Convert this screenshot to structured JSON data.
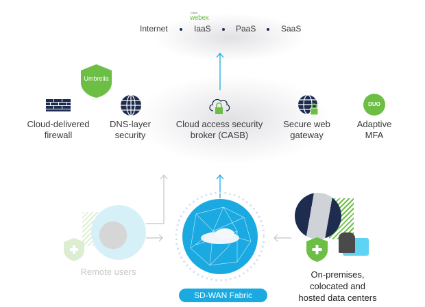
{
  "top": {
    "logo_small": "Cisco",
    "logo": "webex",
    "items": [
      "Internet",
      "IaaS",
      "PaaS",
      "SaaS"
    ]
  },
  "umbrella": {
    "label": "Umbrella"
  },
  "services": [
    {
      "label1": "Cloud-delivered",
      "label2": "firewall",
      "icon": "firewall-icon"
    },
    {
      "label1": "DNS-layer",
      "label2": "security",
      "icon": "globe-icon"
    },
    {
      "label1": "Cloud access security",
      "label2": "broker (CASB)",
      "icon": "cloud-lock-icon"
    },
    {
      "label1": "Secure web",
      "label2": "gateway",
      "icon": "globe-lock-icon"
    },
    {
      "label1": "Adaptive",
      "label2": "MFA",
      "icon": "duo-icon"
    }
  ],
  "mfa_logo": "DUO",
  "remote": {
    "label": "Remote users"
  },
  "fabric": {
    "label": "SD-WAN Fabric"
  },
  "datacenter": {
    "line1": "On-premises,",
    "line2": "colocated and",
    "line3": "hosted data centers"
  },
  "colors": {
    "cyan": "#1ba9e1",
    "green": "#6cbe45",
    "navy": "#1d2c4f",
    "gray": "#bdbdbd"
  }
}
